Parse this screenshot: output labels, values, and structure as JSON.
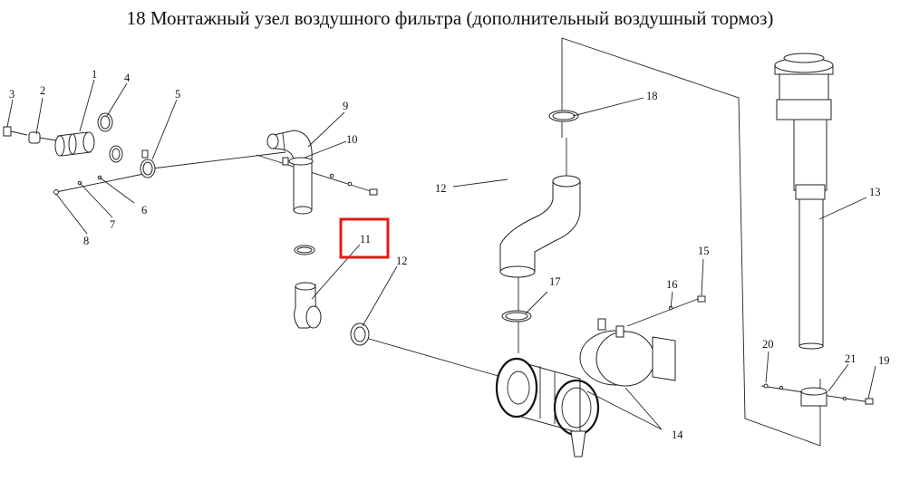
{
  "title": "18 Монтажный узел воздушного фильтра (дополнительный воздушный тормоз)",
  "highlight_color": "#e01b1b",
  "callouts": {
    "c1": "1",
    "c2": "2",
    "c3": "3",
    "c4": "4",
    "c5": "5",
    "c6": "6",
    "c7": "7",
    "c8": "8",
    "c9": "9",
    "c10": "10",
    "c11": "11",
    "c12a": "12",
    "c12b": "12",
    "c13": "13",
    "c14": "14",
    "c15": "15",
    "c16": "16",
    "c17": "17",
    "c18": "18",
    "c19": "19",
    "c20": "20",
    "c21": "21"
  }
}
